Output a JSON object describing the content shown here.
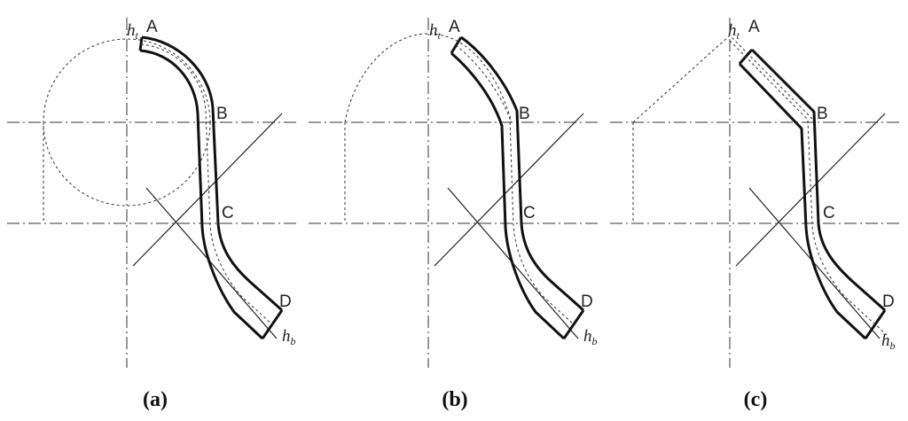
{
  "panels": [
    {
      "id": "a",
      "caption_open": "(",
      "caption_letter": "a",
      "caption_close": ")",
      "points": {
        "A": "A",
        "B": "B",
        "C": "C",
        "D": "D"
      },
      "top_symbol": "h",
      "top_sub": "t",
      "bottom_symbol": "h",
      "bottom_sub": "b"
    },
    {
      "id": "b",
      "caption_open": "(",
      "caption_letter": "b",
      "caption_close": ")",
      "points": {
        "A": "A",
        "B": "B",
        "C": "C",
        "D": "D"
      },
      "top_symbol": "h",
      "top_sub": "t",
      "bottom_symbol": "h",
      "bottom_sub": "b"
    },
    {
      "id": "c",
      "caption_open": "(",
      "caption_letter": "c",
      "caption_close": ")",
      "points": {
        "A": "A",
        "B": "B",
        "C": "C",
        "D": "D"
      },
      "top_symbol": "h",
      "top_sub": "t",
      "bottom_symbol": "h",
      "bottom_sub": "b"
    }
  ]
}
